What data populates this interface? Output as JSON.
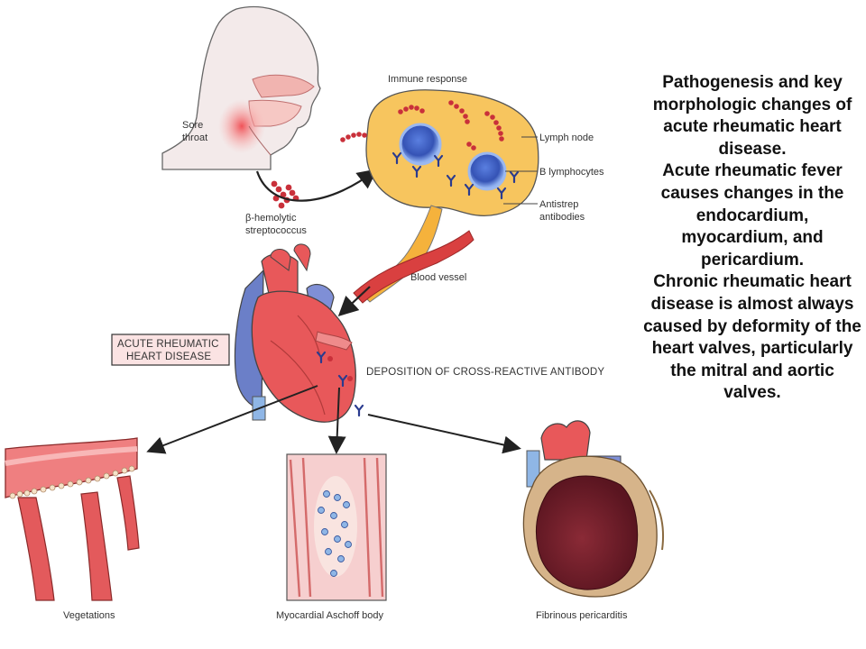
{
  "labels": {
    "sore_throat_1": "Sore",
    "sore_throat_2": "throat",
    "strep_1": "β-hemolytic",
    "strep_2": "streptococcus",
    "immune_response": "Immune response",
    "lymph_node": "Lymph node",
    "b_lymphocytes": "B lymphocytes",
    "antistrep_1": "Antistrep",
    "antistrep_2": "antibodies",
    "blood_vessel": "Blood vessel",
    "arhd_1": "ACUTE RHEUMATIC",
    "arhd_2": "HEART DISEASE",
    "deposition": "DEPOSITION OF CROSS-REACTIVE ANTIBODY",
    "vegetations": "Vegetations",
    "aschoff": "Myocardial Aschoff body",
    "pericarditis": "Fibrinous pericarditis"
  },
  "caption": {
    "p1": "Pathogenesis and key morphologic changes of acute rheumatic heart disease.",
    "p2": "Acute rheumatic fever causes changes in the endocardium, myocardium, and pericardium.",
    "p3": "Chronic rheumatic heart disease is almost always caused by deformity of the heart valves, particularly the mitral and aortic valves."
  },
  "colors": {
    "lymph_node": "#f7c55e",
    "heart": "#e8585a",
    "vessel": "#d94040",
    "vein": "#7f8fd6",
    "bacteria": "#c9303a",
    "antibody": "#2a3b8f",
    "lymphocyte": "#4a6fd0"
  }
}
